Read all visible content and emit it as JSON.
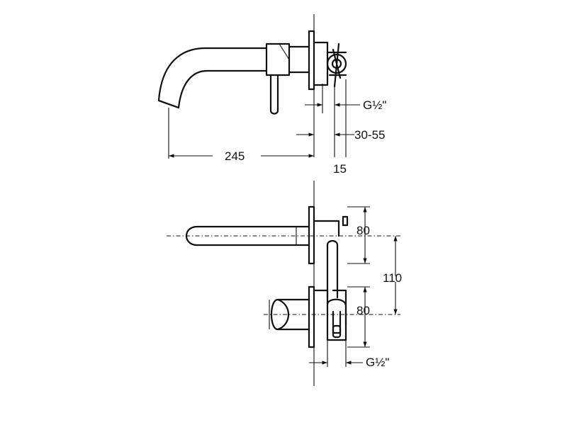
{
  "diagram": {
    "side_view": {
      "dim_spout": "245",
      "dim_thread": "G½\"",
      "dim_depth": "30-55",
      "dim_plate": "15"
    },
    "front_view": {
      "dim_upper": "80",
      "dim_total": "110",
      "dim_lower": "80",
      "dim_thread": "G½\""
    }
  }
}
